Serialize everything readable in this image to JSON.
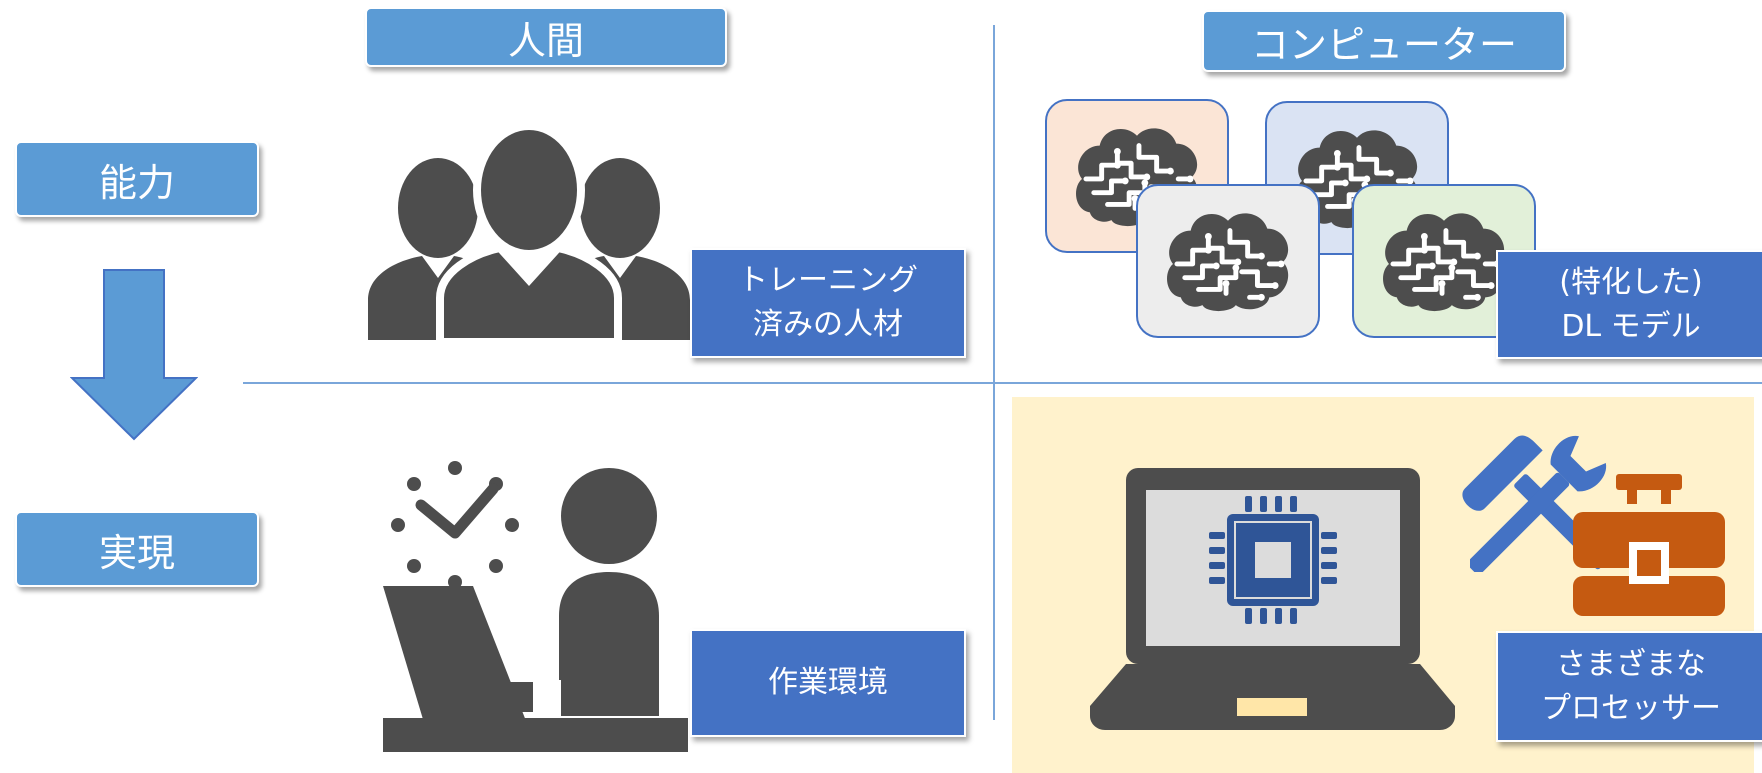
{
  "columns": {
    "human": "人間",
    "computer": "コンピューター"
  },
  "rows": {
    "ability": "能力",
    "realization": "実現"
  },
  "human_ability_label": {
    "line1": "トレーニング",
    "line2": "済みの人材"
  },
  "computer_ability_label": {
    "line1": "(特化した)",
    "line2": "DL モデル"
  },
  "human_realization_label": "作業環境",
  "computer_realization_label": {
    "line1": "さまざまな",
    "line2": "プロセッサー"
  },
  "colors": {
    "header_blue": "#5b9bd5",
    "label_blue": "#4472c4",
    "icon_gray": "#4d4d4d",
    "highlight_bg": "#fff2cc",
    "toolbox_orange": "#c55a11",
    "card_peach": "#fbe5d6",
    "card_lavender": "#dae3f3",
    "card_gray": "#ededed",
    "card_green": "#e2f0d9"
  },
  "icons": [
    "brain-icon",
    "people-icon",
    "clock-icon",
    "person-at-laptop-icon",
    "laptop-icon",
    "cpu-chip-icon",
    "hammer-icon",
    "wrench-icon",
    "toolbox-icon",
    "down-arrow-icon"
  ]
}
